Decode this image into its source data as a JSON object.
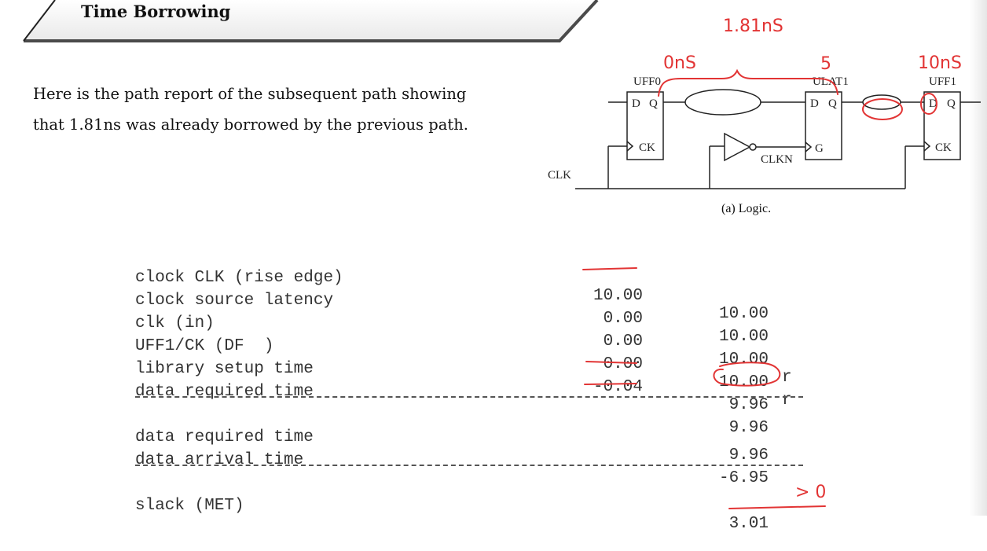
{
  "header": {
    "title": "Time Borrowing"
  },
  "intro": {
    "line1": "Here is the path report of the subsequent path showing",
    "line2": "that 1.81ns was already borrowed by the previous path."
  },
  "figure": {
    "caption": "(a) Logic.",
    "labels": {
      "uff0": "UFF0",
      "ulat1": "ULAT1",
      "uff1": "UFF1",
      "d": "D",
      "q": "Q",
      "ck": "CK",
      "g": "G",
      "clk": "CLK",
      "clkn": "CLKN"
    }
  },
  "report": {
    "rows": [
      {
        "label": "clock CLK (rise edge)",
        "incr": "10.00",
        "path": "10.00",
        "flag": ""
      },
      {
        "label": "clock source latency",
        "incr": "0.00",
        "path": "10.00",
        "flag": ""
      },
      {
        "label": "clk (in)",
        "incr": "0.00",
        "path": "10.00",
        "flag": "r"
      },
      {
        "label": "UFF1/CK (DF  )",
        "incr": "0.00",
        "path": "10.00",
        "flag": "r"
      },
      {
        "label": "library setup time",
        "incr": "-0.04",
        "path": "9.96",
        "flag": ""
      },
      {
        "label": "data required time",
        "incr": "",
        "path": "9.96",
        "flag": ""
      }
    ],
    "summary": [
      {
        "label": "data required time",
        "path": "9.96"
      },
      {
        "label": "data arrival time",
        "path": "-6.95"
      }
    ],
    "slack": {
      "label": "slack (MET)",
      "path": "3.01"
    }
  },
  "annotations": {
    "borrowed": "1.81nS",
    "uff0_time": "0nS",
    "ulat1_time": "5",
    "uff1_time": "10nS",
    "slack_compare": "> 0"
  },
  "colors": {
    "ink": "#e23434",
    "text": "#333333"
  }
}
